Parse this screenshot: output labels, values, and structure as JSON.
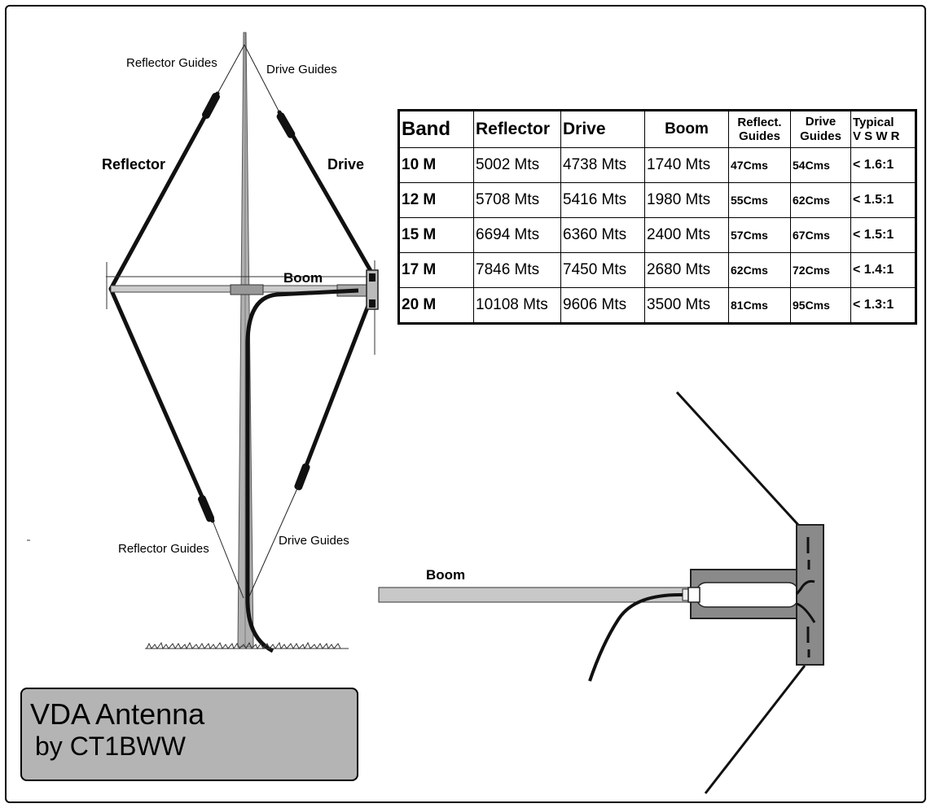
{
  "labels": {
    "reflector_guides_top": "Reflector Guides",
    "drive_guides_top": "Drive Guides",
    "reflector": "Reflector",
    "drive": "Drive",
    "boom_main": "Boom",
    "reflector_guides_bottom": "Reflector Guides",
    "drive_guides_bottom": "Drive Guides",
    "boom_detail": "Boom"
  },
  "table": {
    "headers": {
      "band": "Band",
      "reflector": "Reflector",
      "drive": "Drive",
      "boom": "Boom",
      "reflect_guides_1": "Reflect.",
      "reflect_guides_2": "Guides",
      "drive_guides_1": "Drive",
      "drive_guides_2": "Guides",
      "vswr_1": "Typical",
      "vswr_2": "V S W R"
    },
    "rows": [
      {
        "band": "10 M",
        "reflector": "5002 Mts",
        "drive": "4738 Mts",
        "boom": "1740  Mts",
        "reflect_guides": "47Cms",
        "drive_guides": "54Cms",
        "vswr": "< 1.6:1"
      },
      {
        "band": "12 M",
        "reflector": "5708 Mts",
        "drive": "5416  Mts",
        "boom": "1980   Mts",
        "reflect_guides": "55Cms",
        "drive_guides": "62Cms",
        "vswr": "< 1.5:1"
      },
      {
        "band": "15 M",
        "reflector": "6694 Mts",
        "drive": "6360  Mts",
        "boom": "2400  Mts",
        "reflect_guides": "57Cms",
        "drive_guides": "67Cms",
        "vswr": "< 1.5:1"
      },
      {
        "band": "17 M",
        "reflector": "7846 Mts",
        "drive": "7450  Mts",
        "boom": "2680  Mts",
        "reflect_guides": "62Cms",
        "drive_guides": "72Cms",
        "vswr": "< 1.4:1"
      },
      {
        "band": "20 M",
        "reflector": "10108 Mts",
        "drive": "9606  Mts",
        "boom": "3500  Mts",
        "reflect_guides": "81Cms",
        "drive_guides": "95Cms",
        "vswr": "< 1.3:1"
      }
    ]
  },
  "title": {
    "line1": "VDA Antenna",
    "line2": "by CT1BWW"
  }
}
